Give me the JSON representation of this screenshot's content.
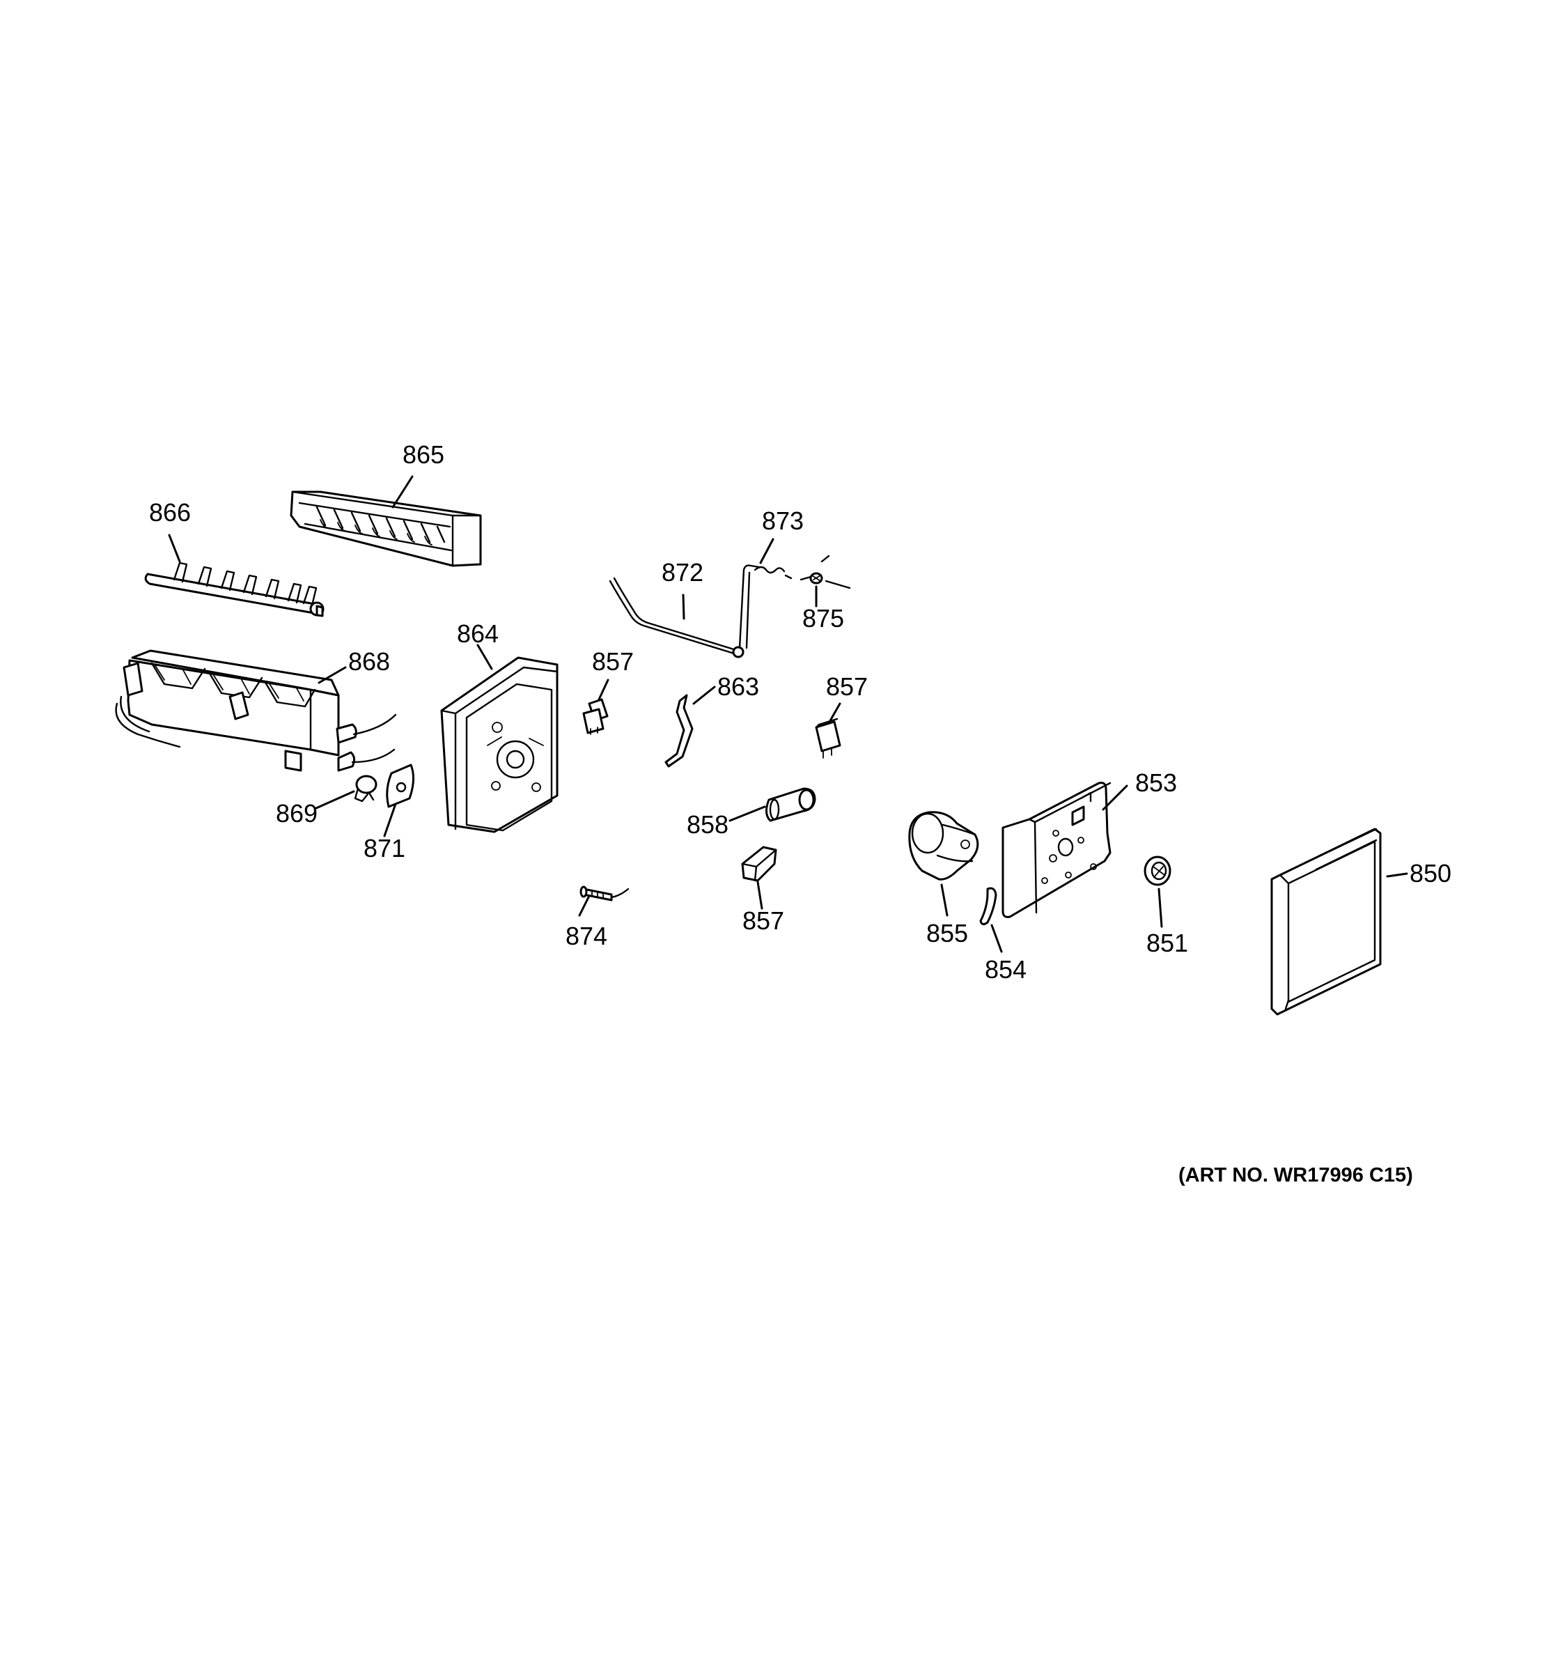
{
  "diagram": {
    "callouts": {
      "c865": "865",
      "c866": "866",
      "c873": "873",
      "c872": "872",
      "c875": "875",
      "c864": "864",
      "c868": "868",
      "c857a": "857",
      "c863": "863",
      "c857b": "857",
      "c869": "869",
      "c871": "871",
      "c858": "858",
      "c853": "853",
      "c850": "850",
      "c857c": "857",
      "c874": "874",
      "c855": "855",
      "c854": "854",
      "c851": "851"
    },
    "art_number": "(ART NO. WR17996 C15)"
  }
}
